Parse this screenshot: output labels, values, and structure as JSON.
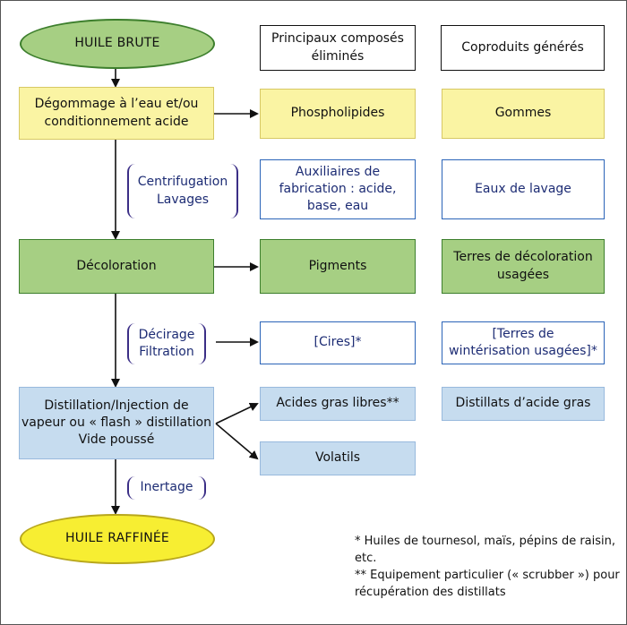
{
  "headers": {
    "eliminated": "Principaux composés\néliminés",
    "coproducts": "Coproduits générés"
  },
  "process": {
    "start": "HUILE BRUTE",
    "degumming": "Dégommage à l’eau et/ou\nconditionnement acide",
    "washing": "Centrifugation\nLavages",
    "bleaching": "Décoloration",
    "dewaxing": "Décirage\nFiltration",
    "deodorization": "Distillation/Injection de\nvapeur ou « flash » distillation\nVide poussé",
    "inerting": "Inertage",
    "end": "HUILE RAFFINÉE"
  },
  "eliminated": {
    "phospholipids": "Phospholipides",
    "aids": "Auxiliaires de\nfabrication : acide,\nbase, eau",
    "pigments": "Pigments",
    "waxes": "[Cires]*",
    "ffa": "Acides gras libres**",
    "volatiles": "Volatils"
  },
  "coproducts": {
    "gums": "Gommes",
    "wash_water": "Eaux de lavage",
    "bleaching_earth": "Terres de décoloration\nusagées",
    "winter_earth": "[Terres de\nwintérisation usagées]*",
    "fa_distillates": "Distillats d’acide gras"
  },
  "footnotes": {
    "note1": "* Huiles de tournesol, maïs, pépins de raisin, etc.",
    "note2": "** Equipement particulier (« scrubber ») pour récupération des distillats"
  }
}
